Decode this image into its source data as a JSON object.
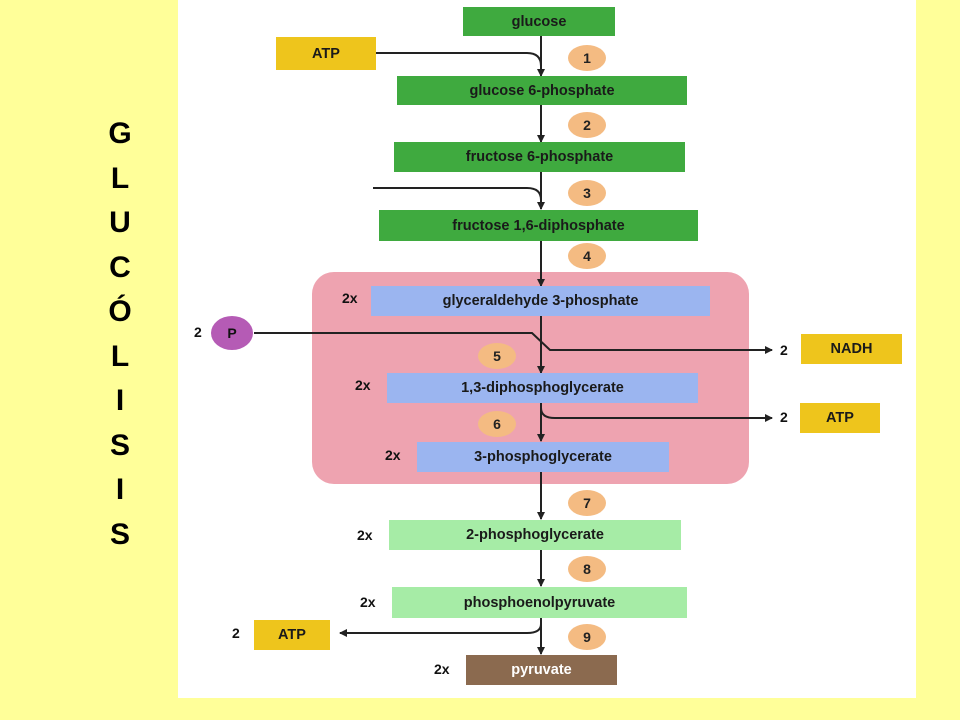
{
  "title_letters": [
    "G",
    "L",
    "U",
    "C",
    "Ó",
    "L",
    "I",
    "S",
    "I",
    "S"
  ],
  "molecules": {
    "glucose": "glucose",
    "g6p": "glucose 6-phosphate",
    "f6p": "fructose 6-phosphate",
    "f16dp": "fructose 1,6-diphosphate",
    "g3p": "glyceraldehyde 3-phosphate",
    "bpg13": "1,3-diphosphoglycerate",
    "pg3": "3-phosphoglycerate",
    "pg2": "2-phosphoglycerate",
    "pep": "phosphoenolpyruvate",
    "pyruvate": "pyruvate"
  },
  "steps": [
    "1",
    "2",
    "3",
    "4",
    "5",
    "6",
    "7",
    "8",
    "9"
  ],
  "multipliers": {
    "two_x": "2x",
    "two": "2"
  },
  "cofactors": {
    "atp": "ATP",
    "nadh": "NADH",
    "phosphate": "P"
  },
  "colors": {
    "background": "#ffff99",
    "upper_pathway": "#3faa3f",
    "triose_region": "#eea3b0",
    "triose_boxes": "#9bb5f0",
    "lower_pathway": "#a6eca6",
    "pyruvate": "#8b6a4f",
    "energy_carriers": "#eec51c",
    "step_badges": "#f4bb82",
    "phosphate": "#b55bb5"
  }
}
